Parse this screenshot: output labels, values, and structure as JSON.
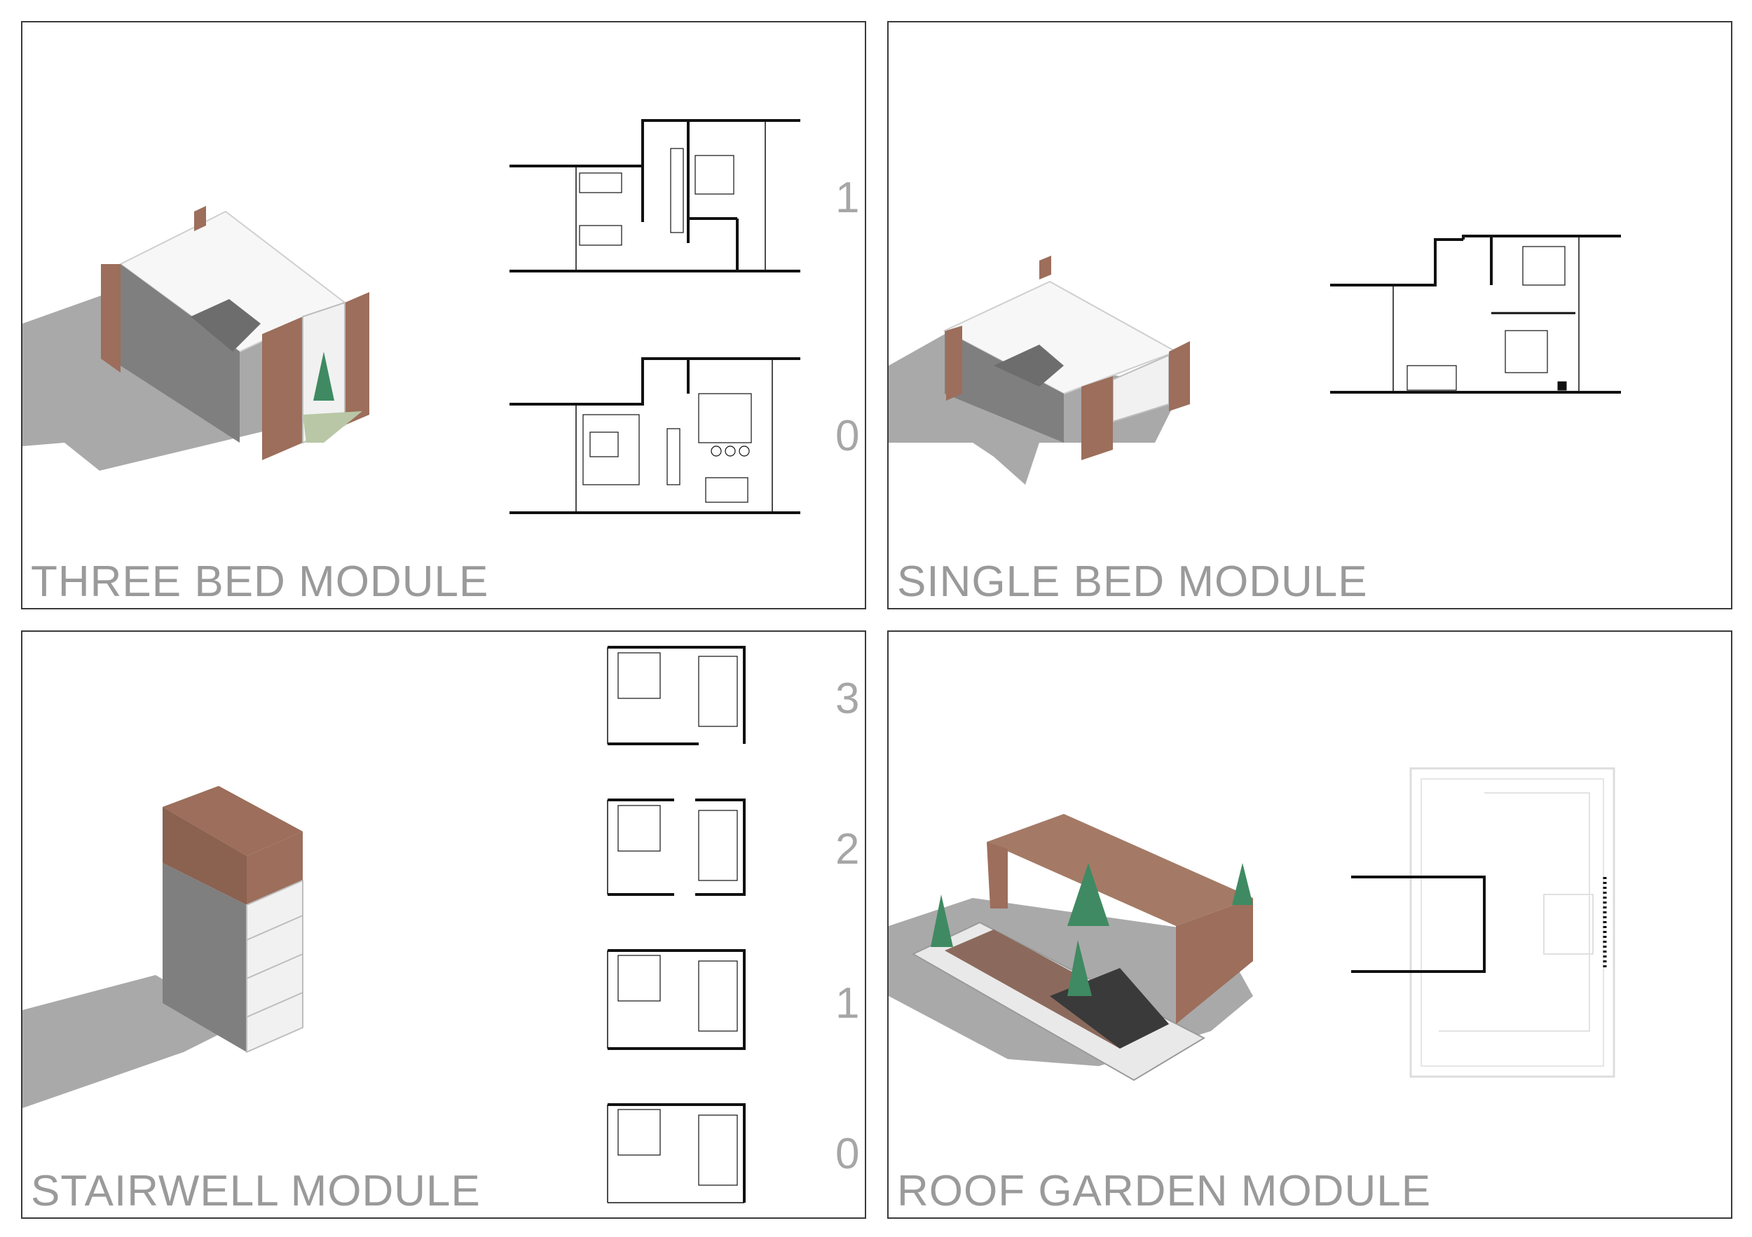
{
  "panels": [
    {
      "title": "THREE BED MODULE",
      "levels": [
        "1",
        "0"
      ]
    },
    {
      "title": "SINGLE BED MODULE",
      "levels": []
    },
    {
      "title": "STAIRWELL MODULE",
      "levels": [
        "3",
        "2",
        "1",
        "0"
      ]
    },
    {
      "title": "ROOF GARDEN MODULE",
      "levels": []
    }
  ],
  "colors": {
    "frame": "#3a3a3a",
    "title_text": "#9a9a9a",
    "shadow": "#a9a9a9",
    "concrete": "#7a7a7a",
    "timber": "#9c6e5b",
    "roof_white": "#f7f7f7",
    "tree": "#3f8a62",
    "plan_wall": "#111111"
  }
}
